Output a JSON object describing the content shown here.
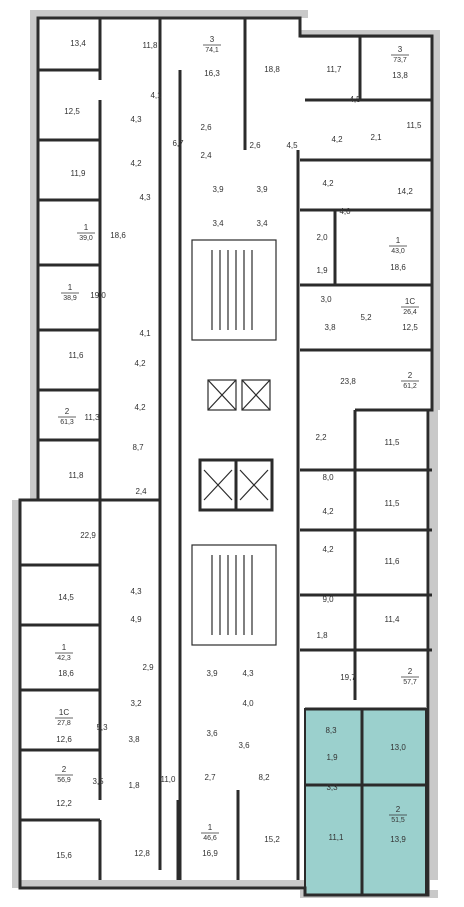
{
  "colors": {
    "highlight": "#9bd0cd",
    "wall": "#2b2b2b",
    "facade": "#c9c9c9"
  },
  "areas": [
    "13,4",
    "11,8",
    "16,3",
    "18,8",
    "11,7",
    "13,8",
    "12,5",
    "4,1",
    "4,3",
    "6,7",
    "2,6",
    "2,6",
    "4,5",
    "4,5",
    "4,2",
    "2,1",
    "11,5",
    "4,2",
    "2,4",
    "11,9",
    "4,3",
    "4,2",
    "14,2",
    "3,9",
    "3,9",
    "4,0",
    "3,4",
    "3,4",
    "18,6",
    "2,0",
    "18,6",
    "19,0",
    "1,9",
    "3,0",
    "4,1",
    "3,8",
    "5,2",
    "12,5",
    "11,6",
    "4,2",
    "23,8",
    "4,2",
    "11,3",
    "2,2",
    "8,7",
    "11,5",
    "11,8",
    "8,0",
    "2,4",
    "22,9",
    "4,2",
    "11,5",
    "4,2",
    "14,5",
    "4,3",
    "11,6",
    "4,9",
    "9,0",
    "11,4",
    "18,6",
    "1,8",
    "2,9",
    "3,9",
    "4,3",
    "19,7",
    "3,2",
    "4,0",
    "5,3",
    "12,6",
    "8,3",
    "13,0",
    "3,8",
    "3,6",
    "3,6",
    "1,9",
    "3,5",
    "1,8",
    "11,0",
    "3,3",
    "12,2",
    "2,7",
    "8,2",
    "11,1",
    "13,9",
    "15,6",
    "12,8",
    "16,9",
    "15,2"
  ],
  "apartments": [
    {
      "rooms": "3",
      "area": "74,1"
    },
    {
      "rooms": "3",
      "area": "73,7"
    },
    {
      "rooms": "1",
      "area": "39,0"
    },
    {
      "rooms": "1",
      "area": "43,0"
    },
    {
      "rooms": "1",
      "area": "38,9"
    },
    {
      "rooms": "1С",
      "area": "26,4"
    },
    {
      "rooms": "2",
      "area": "61,2"
    },
    {
      "rooms": "2",
      "area": "61,3"
    },
    {
      "rooms": "1",
      "area": "42,3"
    },
    {
      "rooms": "2",
      "area": "57,7"
    },
    {
      "rooms": "1С",
      "area": "27,8"
    },
    {
      "rooms": "2",
      "area": "56,9"
    },
    {
      "rooms": "2",
      "area": "51,5"
    },
    {
      "rooms": "1",
      "area": "46,6"
    }
  ]
}
